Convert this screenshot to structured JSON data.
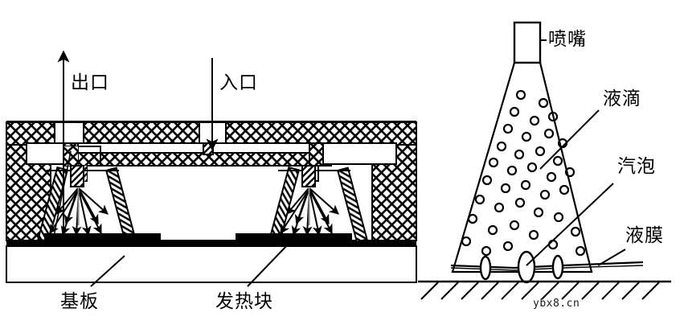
{
  "figure": {
    "title": "spray-cooling-schematic",
    "background_color": "#ffffff",
    "line_color": "#000000",
    "watermark": "ybx8.cn"
  },
  "left_diagram": {
    "name": "spray-cooling-chamber-cross-section",
    "labels": {
      "outlet": "出口",
      "inlet": "入口",
      "substrate": "基板",
      "heater_block": "发热块"
    },
    "arrows": {
      "outlet_direction": "up",
      "inlet_direction": "down"
    },
    "components": {
      "chamber_wall_fill": "cross-hatch",
      "manifold_fill": "cross-hatch",
      "nozzle_wall_fill": "diagonal-hatch",
      "heater_color": "#000000",
      "spray_count": 2
    }
  },
  "right_diagram": {
    "name": "spray-impingement-detail",
    "labels": {
      "nozzle": "喷嘴",
      "droplet": "液滴",
      "bubble": "汽泡",
      "liquid_film": "液膜"
    },
    "components": {
      "droplet_count": 33,
      "bubble_count": 3,
      "surface_fill": "diagonal-hatch",
      "cone_shape": "triangular-spray"
    }
  }
}
